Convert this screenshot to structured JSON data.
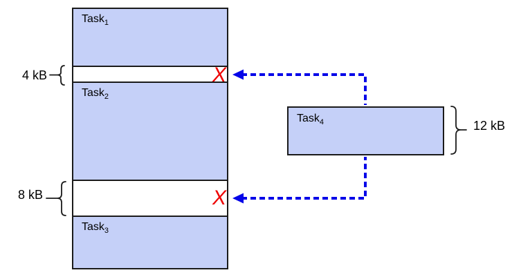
{
  "colors": {
    "background": "#ffffff",
    "text": "#000000",
    "outline": "#1a1a1a",
    "block_fill": "#c5d0f8",
    "arrow_blue": "#0404e8",
    "reject_red": "#ee0000"
  },
  "memory": {
    "blocks": [
      {
        "name": "Task",
        "subscript": "1"
      },
      {
        "name": "Task",
        "subscript": "2"
      },
      {
        "name": "Task",
        "subscript": "3"
      }
    ],
    "gaps": [
      {
        "size_label": "4 kB"
      },
      {
        "size_label": "8 kB"
      }
    ]
  },
  "incoming_task": {
    "name": "Task",
    "subscript": "4",
    "size_label": "12 kB"
  },
  "reject_symbol": "X"
}
